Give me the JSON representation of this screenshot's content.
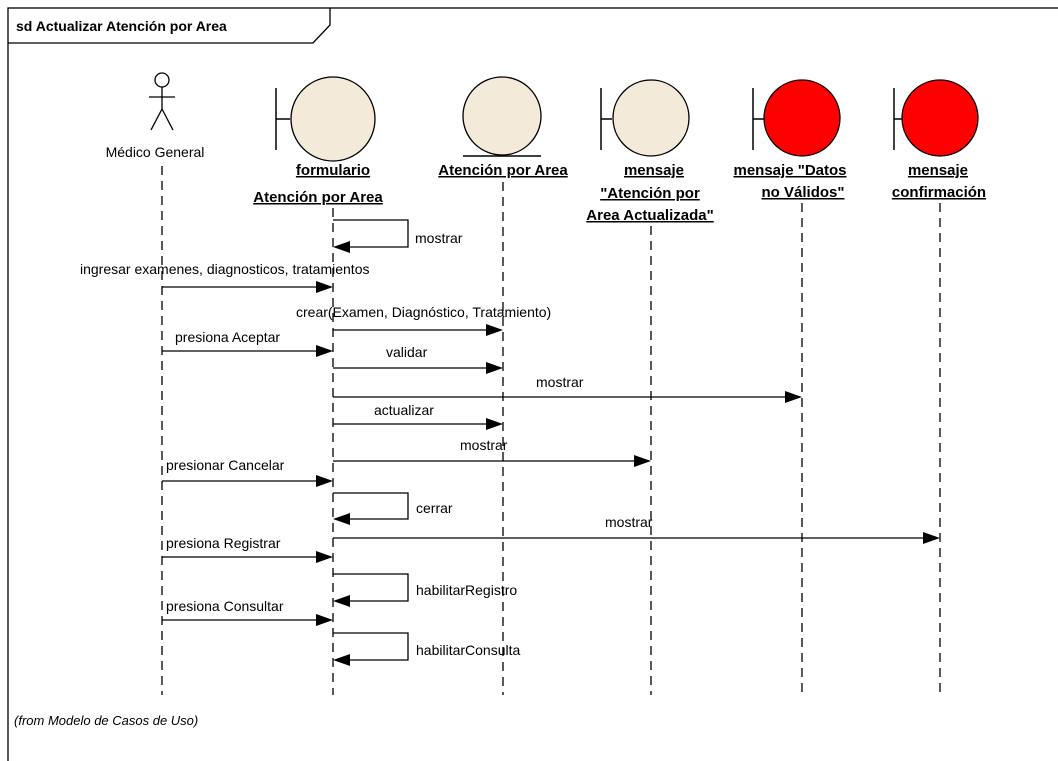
{
  "frame": {
    "title": "sd Actualizar Atención por Area",
    "note": "(from Modelo de Casos de Uso)"
  },
  "colors": {
    "boundary_fill": "#f3ead9",
    "warning_fill": "#ff0000",
    "accent_text": "#ff0000",
    "line": "#000000"
  },
  "actor": {
    "label": "Médico General"
  },
  "objects": [
    {
      "id": "formulario",
      "kind": "boundary",
      "lines": [
        "formulario",
        "Atención por Area"
      ]
    },
    {
      "id": "entidad",
      "kind": "entity",
      "lines": [
        "Atención por Area"
      ]
    },
    {
      "id": "msg_actualizada",
      "kind": "boundary",
      "lines": [
        "mensaje",
        "\"Atención por",
        "Area Actualizada\""
      ]
    },
    {
      "id": "msg_datos",
      "kind": "boundary_red",
      "lines": [
        "mensaje \"Datos",
        "no Válidos\""
      ]
    },
    {
      "id": "msg_confirmacion",
      "kind": "boundary_red",
      "lines": [
        "mensaje",
        "confirmación"
      ]
    }
  ],
  "messages": [
    {
      "label": "mostrar",
      "color": "black"
    },
    {
      "label": "ingresar examenes, diagnosticos, tratamientos",
      "color": "black"
    },
    {
      "label": "crear(Examen, Diagnóstico, Tratamiento)",
      "color": "black"
    },
    {
      "label": "presiona Aceptar",
      "color": "black"
    },
    {
      "label": "validar",
      "color": "black"
    },
    {
      "label": "mostrar",
      "color": "red"
    },
    {
      "label": "actualizar",
      "color": "black"
    },
    {
      "label": "mostrar",
      "color": "black"
    },
    {
      "label": "presionar Cancelar",
      "color": "red"
    },
    {
      "label": "cerrar",
      "color": "red"
    },
    {
      "label": "mostrar",
      "color": "red"
    },
    {
      "label": "presiona Registrar",
      "color": "red"
    },
    {
      "label": "habilitarRegistro",
      "color": "red"
    },
    {
      "label": "presiona Consultar",
      "color": "red"
    },
    {
      "label": "habilitarConsulta",
      "color": "red"
    }
  ]
}
